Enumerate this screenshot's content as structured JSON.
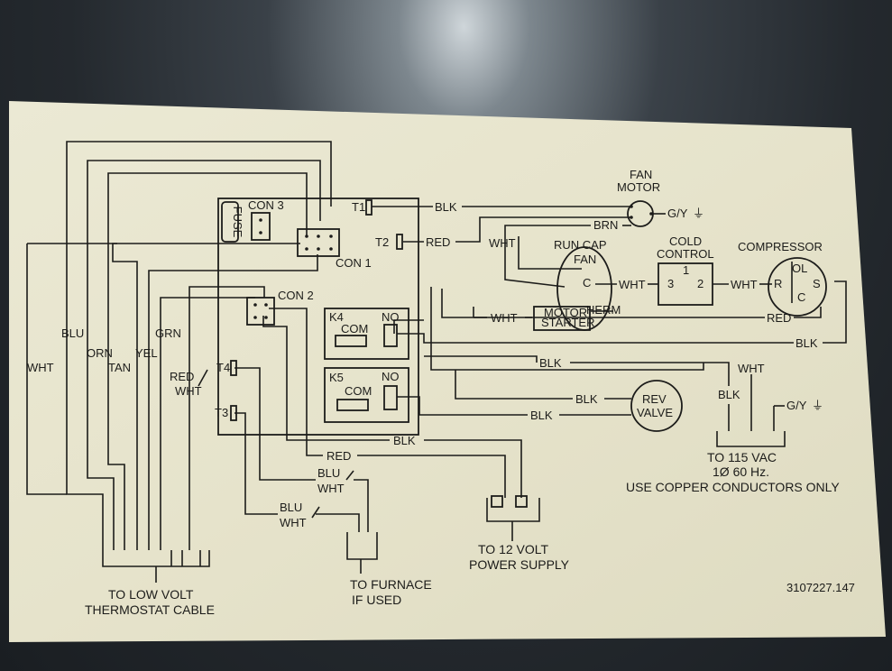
{
  "labels": {
    "fuse": "FUSE",
    "con3": "CON 3",
    "con1": "CON 1",
    "con2": "CON 2",
    "t1": "T1",
    "t2": "T2",
    "t3": "T3",
    "t4": "T4",
    "k4": "K4",
    "k5": "K5",
    "com": "COM",
    "no": "NO",
    "fan_motor_1": "FAN",
    "fan_motor_2": "MOTOR",
    "run_cap": "RUN  CAP",
    "cap_fan": "FAN",
    "cap_c": "C",
    "cap_herm": "HERM",
    "motor_starter_1": "MOTOR",
    "motor_starter_2": "STARTER",
    "cold_control_1": "COLD",
    "cold_control_2": "CONTROL",
    "cc_1": "1",
    "cc_2": "2",
    "cc_3": "3",
    "compressor": "COMPRESSOR",
    "comp_ol": "OL",
    "comp_r": "R",
    "comp_s": "S",
    "comp_c": "C",
    "rev_valve_1": "REV",
    "rev_valve_2": "VALVE",
    "gy_1": "G/Y",
    "gy_2": "G/Y",
    "supply_1": "TO 115 VAC",
    "supply_2": "1Ø 60 Hz.",
    "copper": "USE COPPER CONDUCTORS ONLY",
    "power_1": "TO 12 VOLT",
    "power_2": "POWER SUPPLY",
    "furnace_1": "TO FURNACE",
    "furnace_2": "IF USED",
    "thermo_1": "TO LOW VOLT",
    "thermo_2": "THERMOSTAT CABLE",
    "part_no": "3107227.147"
  },
  "wires": {
    "blk": "BLK",
    "red": "RED",
    "wht": "WHT",
    "brn": "BRN",
    "blu": "BLU",
    "orn": "ORN",
    "tan": "TAN",
    "yel": "YEL",
    "grn": "GRN",
    "red_wht_1": "RED",
    "red_wht_2": "WHT",
    "blu_wht_1": "BLU",
    "blu_wht_2": "WHT"
  },
  "colors": {
    "paper": "#e9e6cf",
    "ink": "#1c1c1a"
  }
}
